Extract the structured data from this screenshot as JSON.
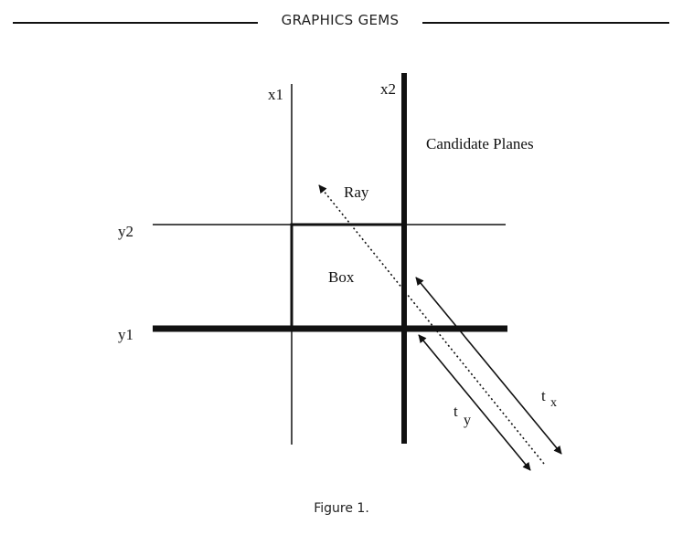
{
  "header": {
    "running_head": "GRAPHICS GEMS"
  },
  "figure": {
    "labels": {
      "x1": "x1",
      "x2": "x2",
      "y1": "y1",
      "y2": "y2",
      "candidate_planes": "Candidate Planes",
      "ray": "Ray",
      "box": "Box",
      "tx_base": "t",
      "tx_sub": "x",
      "ty_base": "t",
      "ty_sub": "y"
    },
    "caption": "Figure 1."
  }
}
